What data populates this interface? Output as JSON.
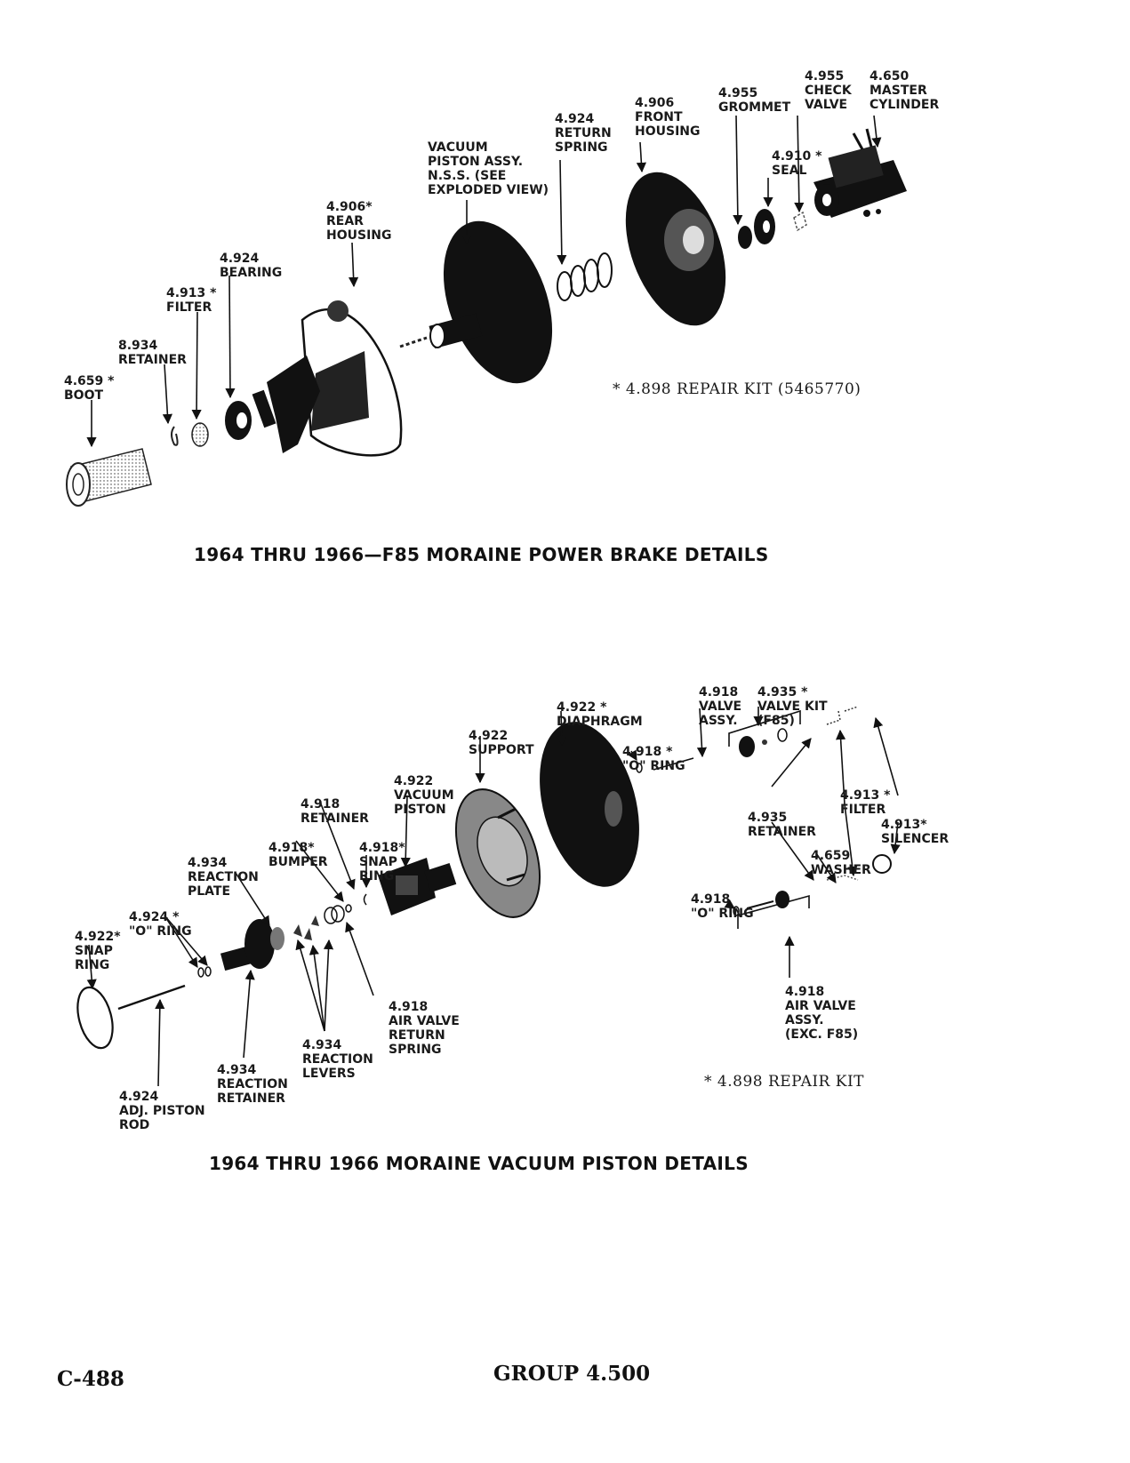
{
  "diagram1": {
    "caption": "1964 THRU 1966—F85 MORAINE POWER BRAKE DETAILS",
    "note": "* 4.898 REPAIR KIT (5465770)",
    "labels": {
      "boot": [
        "4.659 *",
        "BOOT"
      ],
      "retainer": [
        "8.934",
        "RETAINER"
      ],
      "filter": [
        "4.913 *",
        "FILTER"
      ],
      "bearing": [
        "4.924",
        "BEARING"
      ],
      "rear_housing": [
        "4.906*",
        "REAR",
        "HOUSING"
      ],
      "vacuum_piston": [
        "VACUUM",
        "PISTON ASSY.",
        "N.S.S. (SEE",
        "EXPLODED VIEW)"
      ],
      "return_spring": [
        "4.924",
        "RETURN",
        "SPRING"
      ],
      "front_housing": [
        "4.906",
        "FRONT",
        "HOUSING"
      ],
      "grommet": [
        "4.955",
        "GROMMET"
      ],
      "seal": [
        "4.910 *",
        "SEAL"
      ],
      "check_valve": [
        "4.955",
        "CHECK",
        "VALVE"
      ],
      "master_cylinder": [
        "4.650",
        "MASTER",
        "CYLINDER"
      ]
    }
  },
  "diagram2": {
    "caption": "1964 THRU 1966 MORAINE VACUUM PISTON DETAILS",
    "note": "* 4.898 REPAIR KIT",
    "labels": {
      "snap_ring_left": [
        "4.922*",
        "SNAP",
        "RING"
      ],
      "o_ring_left": [
        "4.924 *",
        "\"O\" RING"
      ],
      "reaction_plate": [
        "4.934",
        "REACTION",
        "PLATE"
      ],
      "bumper": [
        "4.918*",
        "BUMPER"
      ],
      "retainer": [
        "4.918",
        "RETAINER"
      ],
      "snap_ring": [
        "4.918*",
        "SNAP",
        "RING"
      ],
      "vacuum_piston": [
        "4.922",
        "VACUUM",
        "PISTON"
      ],
      "support": [
        "4.922",
        "SUPPORT"
      ],
      "diaphragm": [
        "4.922 *",
        "DIAPHRAGM"
      ],
      "o_ring_top": [
        "4.918 *",
        "\"O\" RING"
      ],
      "valve_assy": [
        "4.918",
        "VALVE",
        "ASSY."
      ],
      "valve_kit": [
        "4.935 *",
        "VALVE KIT",
        "(F85)"
      ],
      "retainer_right": [
        "4.935",
        "RETAINER"
      ],
      "filter": [
        "4.913 *",
        "FILTER"
      ],
      "silencer": [
        "4.913*",
        "SILENCER"
      ],
      "washer": [
        "4.659",
        "WASHER"
      ],
      "o_ring_right": [
        "4.918",
        "\"O\" RING"
      ],
      "air_valve_assy": [
        "4.918",
        "AIR VALVE",
        "ASSY.",
        "(EXC. F85)"
      ],
      "air_valve_spring": [
        "4.918",
        "AIR VALVE",
        "RETURN",
        "SPRING"
      ],
      "reaction_levers": [
        "4.934",
        "REACTION",
        "LEVERS"
      ],
      "reaction_retainer": [
        "4.934",
        "REACTION",
        "RETAINER"
      ],
      "piston_rod": [
        "4.924",
        "ADJ. PISTON",
        "ROD"
      ]
    }
  },
  "footer": {
    "page": "C-488",
    "group": "GROUP 4.500"
  }
}
